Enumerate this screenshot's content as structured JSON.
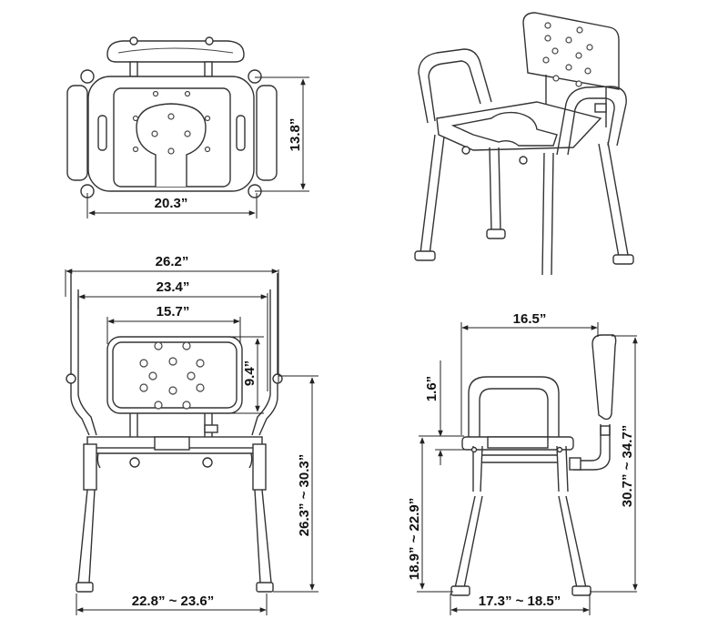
{
  "diagram": {
    "subject": "Shower chair with padded arms and backrest — dimension drawing",
    "views": {
      "top": {
        "dimensions": {
          "depth": "13.8”",
          "width": "20.3”"
        }
      },
      "perspective": {},
      "front": {
        "dimensions": {
          "overall_width": "26.2”",
          "arm_width": "23.4”",
          "backrest_width": "15.7”",
          "backrest_height": "9.4”",
          "arm_height": "26.3” ~ 30.3”",
          "leg_span": "22.8” ~ 23.6”"
        }
      },
      "side": {
        "dimensions": {
          "depth": "16.5”",
          "seat_thickness": "1.6”",
          "seat_height": "18.9” ~ 22.9”",
          "overall_height": "30.7” ~ 34.7”",
          "leg_span": "17.3” ~ 18.5”"
        }
      }
    }
  }
}
